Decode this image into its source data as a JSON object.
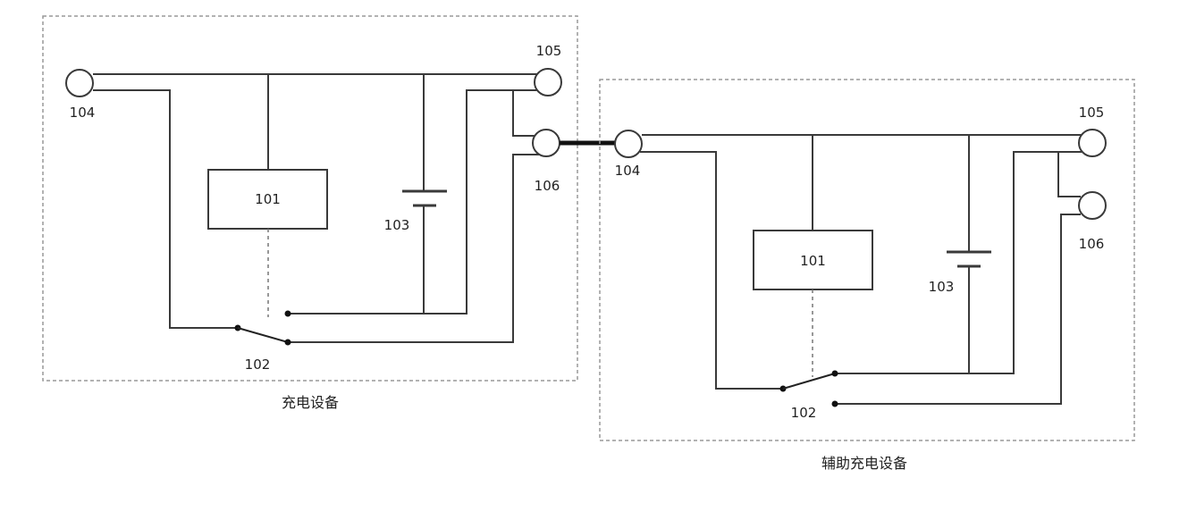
{
  "charger": {
    "title": "充电设备",
    "controller_label": "101",
    "switch_label": "102",
    "battery_label": "103",
    "terminal_104_label": "104",
    "terminal_105_label": "105",
    "terminal_106_label": "106"
  },
  "auxiliary": {
    "title": "辅助充电设备",
    "controller_label": "101",
    "switch_label": "102",
    "battery_label": "103",
    "terminal_104_label": "104",
    "terminal_105_label": "105",
    "terminal_106_label": "106"
  }
}
